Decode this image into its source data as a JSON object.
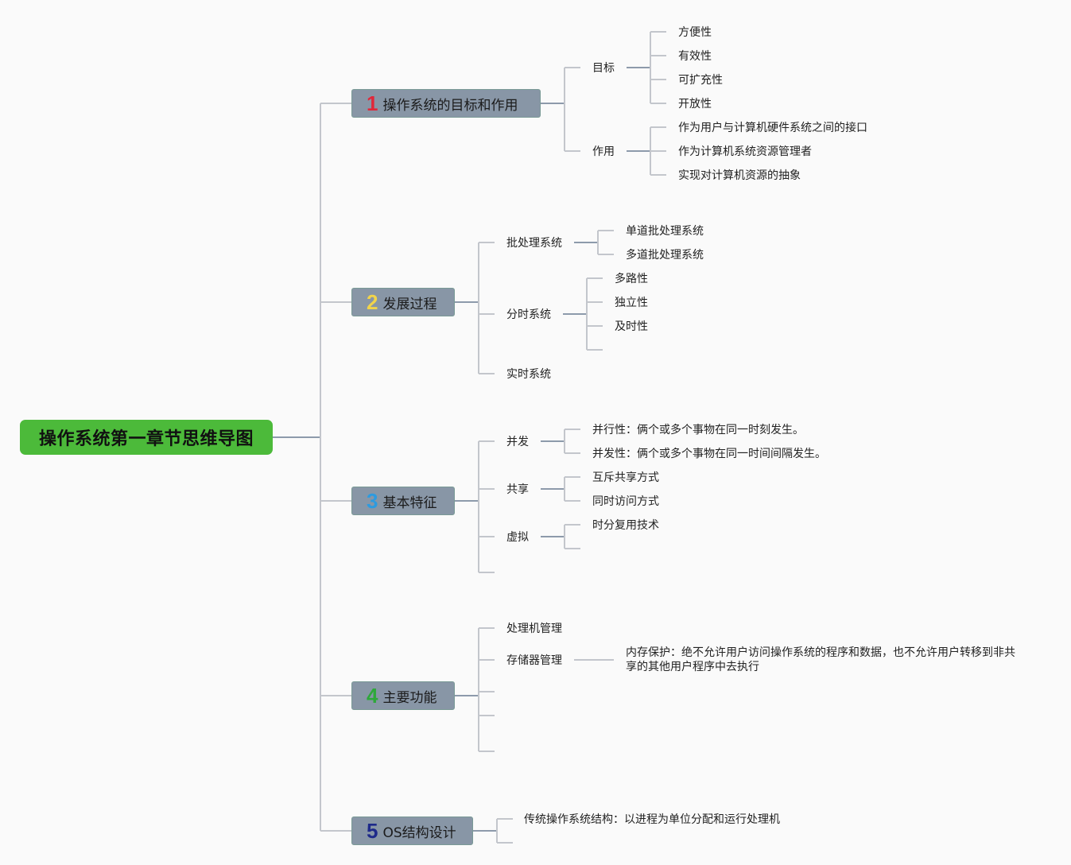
{
  "root": {
    "label": "操作系统第一章节思维导图",
    "color": "#4cba3a"
  },
  "branches": [
    {
      "num": "1",
      "num_color": "#e0283a",
      "label": "操作系统的目标和作用"
    },
    {
      "num": "2",
      "num_color": "#f2d44a",
      "label": "发展过程"
    },
    {
      "num": "3",
      "num_color": "#2d9be0",
      "label": "基本特征"
    },
    {
      "num": "4",
      "num_color": "#2ea83a",
      "label": "主要功能"
    },
    {
      "num": "5",
      "num_color": "#1e2a8a",
      "label": "OS结构设计"
    }
  ],
  "b1": {
    "goal": {
      "label": "目标",
      "items": [
        "方便性",
        "有效性",
        "可扩充性",
        "开放性"
      ]
    },
    "role": {
      "label": "作用",
      "items": [
        "作为用户与计算机硬件系统之间的接口",
        "作为计算机系统资源管理者",
        "实现对计算机资源的抽象"
      ]
    }
  },
  "b2": {
    "batch": {
      "label": "批处理系统",
      "items": [
        "单道批处理系统",
        "多道批处理系统"
      ]
    },
    "timeshare": {
      "label": "分时系统",
      "items": [
        "多路性",
        "独立性",
        "及时性"
      ]
    },
    "realtime": {
      "label": "实时系统"
    }
  },
  "b3": {
    "concurrency": {
      "label": "并发",
      "items": [
        "并行性：俩个或多个事物在同一时刻发生。",
        "并发性：俩个或多个事物在同一时间间隔发生。"
      ]
    },
    "sharing": {
      "label": "共享",
      "items": [
        "互斥共享方式",
        "同时访问方式"
      ]
    },
    "virtual": {
      "label": "虚拟",
      "items": [
        "时分复用技术"
      ]
    }
  },
  "b4": {
    "processor": {
      "label": "处理机管理"
    },
    "memory": {
      "label": "存储器管理",
      "detail": "内存保护：绝不允许用户访问操作系统的程序和数据，也不允许用户转移到非共享的其他用户程序中去执行"
    }
  },
  "b5": {
    "items": [
      "传统操作系统结构：以进程为单位分配和运行处理机"
    ]
  },
  "line_colors": {
    "light": "#c3c6cc",
    "dark": "#8d9aab"
  }
}
